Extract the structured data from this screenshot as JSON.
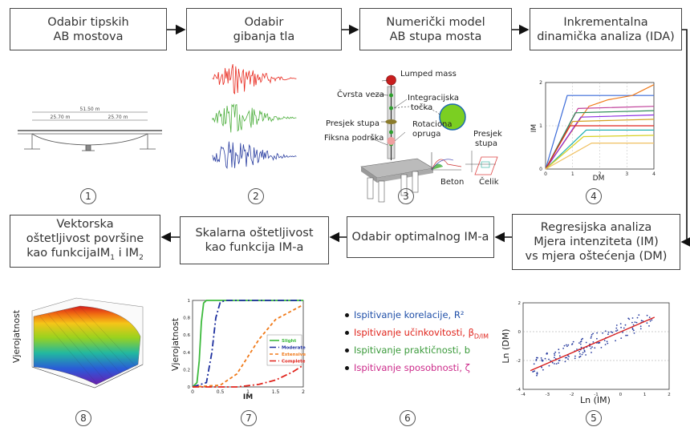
{
  "steps": [
    {
      "id": "step1",
      "text": "Odabir tipskih\nAB mostova"
    },
    {
      "id": "step2",
      "text": "Odabir\ngibanja tla"
    },
    {
      "id": "step3",
      "text": "Numerički model\nAB stupa mosta"
    },
    {
      "id": "step4",
      "text": "Inkrementalna\ndinamička analiza (IDA)"
    },
    {
      "id": "step5",
      "text": "Regresijska analiza\nMjera intenziteta (IM)\nvs mjera oštećenja (DM)"
    },
    {
      "id": "step6",
      "text": "Odabir optimalnog IM-a"
    },
    {
      "id": "step7",
      "text": "Skalarna oštetljivost\nkao funkcija IM-a"
    },
    {
      "id": "step8",
      "text": "Vektorska\noštetljivost površine\nkao funkcijaIM"
    }
  ],
  "numbers": [
    "1",
    "2",
    "3",
    "4",
    "5",
    "6",
    "7",
    "8"
  ],
  "bridge": {
    "total": "51.50 m",
    "span1": "25.70 m",
    "span2": "25.70 m"
  },
  "model_labels": {
    "lumped": "Lumped mass",
    "cvrsta": "Čvrsta veza",
    "integ": "Integracijska",
    "tocka": "točka",
    "presjek_stupa": "Presjek stupa",
    "rotaciona": "Rotaciona",
    "opruga": "opruga",
    "fiksna": "Fiksna podrška",
    "presjek": "Presjek",
    "stupa": "stupa",
    "beton": "Beton",
    "celik": "Čelik"
  },
  "ida": {
    "xlabel": "DM",
    "ylabel": "IM",
    "xticks": [
      "0",
      "1",
      "2",
      "3",
      "4"
    ],
    "yticks": [
      "0",
      "1",
      "2"
    ]
  },
  "regression": {
    "xlabel": "Ln (IM)",
    "ylabel": "Ln (DM)",
    "xticks": [
      "-4",
      "-3",
      "-2",
      "-1",
      "0",
      "1",
      "2"
    ],
    "yticks": [
      "-4",
      "-2",
      "0",
      "2"
    ]
  },
  "fragility": {
    "xlabel": "IM",
    "ylabel": "Vjerojatnost",
    "xticks": [
      "0",
      "0.5",
      "1",
      "1.5",
      "2"
    ],
    "yticks": [
      "0",
      "0.2",
      "0.4",
      "0.6",
      "0.8",
      "1"
    ],
    "legend": [
      "Slight",
      "Moderate",
      "Extensive",
      "Complete"
    ],
    "colors": [
      "#3cba3c",
      "#1d2f9e",
      "#f07a1a",
      "#e0241c"
    ]
  },
  "surface": {
    "ylabel": "Vjerojatnost"
  },
  "criteria": [
    {
      "text": "Ispitivanje korelacije, R²",
      "color": "#1f4fa8"
    },
    {
      "text": "Ispitivanje učinkovitosti, β",
      "sub": "D/IM",
      "color": "#e0241c"
    },
    {
      "text": "Ispitivanje praktičnosti, b",
      "color": "#3a9a3a"
    },
    {
      "text": "Ispitivanje sposobnosti, ζ",
      "color": "#cc2a8a"
    }
  ],
  "chart_data": [
    {
      "type": "line",
      "title": "",
      "xlabel": "DM",
      "ylabel": "IM",
      "xlim": [
        0,
        4
      ],
      "ylim": [
        0,
        2
      ],
      "series": [
        {
          "values": [
            [
              0,
              0
            ],
            [
              0.8,
              1.7
            ],
            [
              4,
              1.7
            ]
          ],
          "color": "#3a6ad8"
        },
        {
          "values": [
            [
              0,
              0
            ],
            [
              1.6,
              1.45
            ],
            [
              2.3,
              1.6
            ],
            [
              3.2,
              1.7
            ],
            [
              4,
              1.95
            ]
          ],
          "color": "#f07a1a"
        },
        {
          "values": [
            [
              0,
              0
            ],
            [
              1.2,
              1.4
            ],
            [
              4,
              1.45
            ]
          ],
          "color": "#c0409a"
        },
        {
          "values": [
            [
              0,
              0
            ],
            [
              1.1,
              1.3
            ],
            [
              4,
              1.35
            ]
          ],
          "color": "#2e8b57"
        },
        {
          "values": [
            [
              0,
              0
            ],
            [
              1.3,
              1.2
            ],
            [
              4,
              1.25
            ]
          ],
          "color": "#8a2be2"
        },
        {
          "values": [
            [
              0,
              0
            ],
            [
              1.0,
              1.1
            ],
            [
              4,
              1.15
            ]
          ],
          "color": "#d4a020"
        },
        {
          "values": [
            [
              0,
              0
            ],
            [
              0.9,
              1.0
            ],
            [
              4,
              1.0
            ]
          ],
          "color": "#e0241c"
        },
        {
          "values": [
            [
              0,
              0
            ],
            [
              1.5,
              0.9
            ],
            [
              4,
              0.9
            ]
          ],
          "color": "#20b0b0"
        },
        {
          "values": [
            [
              0,
              0
            ],
            [
              1.4,
              0.75
            ],
            [
              4,
              0.78
            ]
          ],
          "color": "#d8d020"
        },
        {
          "values": [
            [
              0,
              0
            ],
            [
              1.7,
              0.6
            ],
            [
              4,
              0.6
            ]
          ],
          "color": "#f0c060"
        }
      ]
    },
    {
      "type": "line",
      "title": "",
      "xlabel": "IM",
      "ylabel": "Vjerojatnost",
      "xlim": [
        0,
        2
      ],
      "ylim": [
        0,
        1
      ],
      "series": [
        {
          "name": "Slight",
          "values": [
            [
              0,
              0
            ],
            [
              0.08,
              0.05
            ],
            [
              0.12,
              0.3
            ],
            [
              0.16,
              0.75
            ],
            [
              0.2,
              0.97
            ],
            [
              0.25,
              1
            ],
            [
              2,
              1
            ]
          ],
          "color": "#3cba3c",
          "dash": ""
        },
        {
          "name": "Moderate",
          "values": [
            [
              0,
              0
            ],
            [
              0.25,
              0.05
            ],
            [
              0.35,
              0.4
            ],
            [
              0.42,
              0.8
            ],
            [
              0.5,
              0.98
            ],
            [
              0.6,
              1
            ],
            [
              2,
              1
            ]
          ],
          "color": "#1d2f9e",
          "dash": "8,3,2,3"
        },
        {
          "name": "Extensive",
          "values": [
            [
              0,
              0
            ],
            [
              0.5,
              0.02
            ],
            [
              0.8,
              0.15
            ],
            [
              1.0,
              0.35
            ],
            [
              1.2,
              0.55
            ],
            [
              1.5,
              0.78
            ],
            [
              2,
              0.95
            ]
          ],
          "color": "#f07a1a",
          "dash": "4,3"
        },
        {
          "name": "Complete",
          "values": [
            [
              0,
              0
            ],
            [
              0.8,
              0
            ],
            [
              1.2,
              0.03
            ],
            [
              1.5,
              0.08
            ],
            [
              1.8,
              0.17
            ],
            [
              2,
              0.25
            ]
          ],
          "color": "#e0241c",
          "dash": "8,3,2,3"
        }
      ]
    },
    {
      "type": "scatter",
      "title": "",
      "xlabel": "Ln (IM)",
      "ylabel": "Ln (DM)",
      "xlim": [
        -4,
        2
      ],
      "ylim": [
        -4,
        2
      ],
      "fit": [
        [
          -3.7,
          -2.7
        ],
        [
          1.4,
          1.0
        ]
      ],
      "points_note": "blue points along regression line"
    }
  ]
}
